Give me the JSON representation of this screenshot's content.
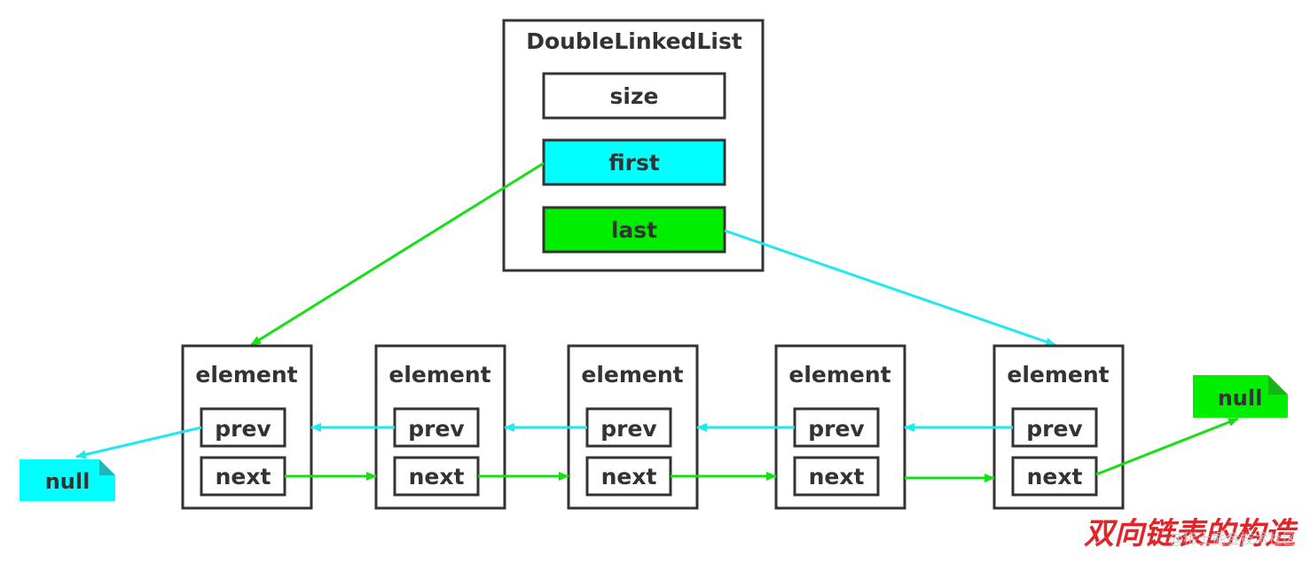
{
  "list": {
    "title": "DoubleLinkedList",
    "fields": {
      "size": "size",
      "first": "first",
      "last": "last"
    }
  },
  "nodes": [
    {
      "element": "element",
      "prev": "prev",
      "next": "next"
    },
    {
      "element": "element",
      "prev": "prev",
      "next": "next"
    },
    {
      "element": "element",
      "prev": "prev",
      "next": "next"
    },
    {
      "element": "element",
      "prev": "prev",
      "next": "next"
    },
    {
      "element": "element",
      "prev": "prev",
      "next": "next"
    }
  ],
  "null_left": "null",
  "null_right": "null",
  "caption": "双向链表的构造",
  "watermark": "@稀土掘金技术社区",
  "colors": {
    "cyan": "#00ffff",
    "cyan_line": "#1ee8f0",
    "green": "#00ee00",
    "green_line": "#14e014",
    "stroke": "#333333",
    "caption": "#e0262b"
  }
}
